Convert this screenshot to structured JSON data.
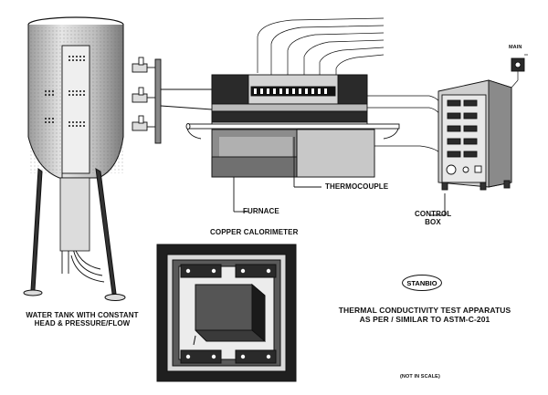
{
  "labels": {
    "main": "MAIN",
    "furnace": "FURNACE",
    "thermocouple": "THERMOCOUPLE",
    "control_box_line1": "CONTROL",
    "control_box_line2": "BOX",
    "copper_calorimeter": "COPPER CALORIMETER",
    "water_tank_line1": "WATER TANK WITH CONSTANT",
    "water_tank_line2": "HEAD & PRESSURE/FLOW",
    "brand": "STANBIO",
    "title_line1": "THERMAL CONDUCTIVITY TEST APPARATUS",
    "title_line2": "AS PER / SIMILAR TO ASTM-C-201",
    "scale_note": "(NOT IN SCALE)"
  },
  "colors": {
    "ink": "#111111",
    "dark_fill": "#2a2a2a",
    "mid_fill": "#8c8c8c",
    "light_fill": "#d4d4d4",
    "paper": "#ffffff"
  }
}
